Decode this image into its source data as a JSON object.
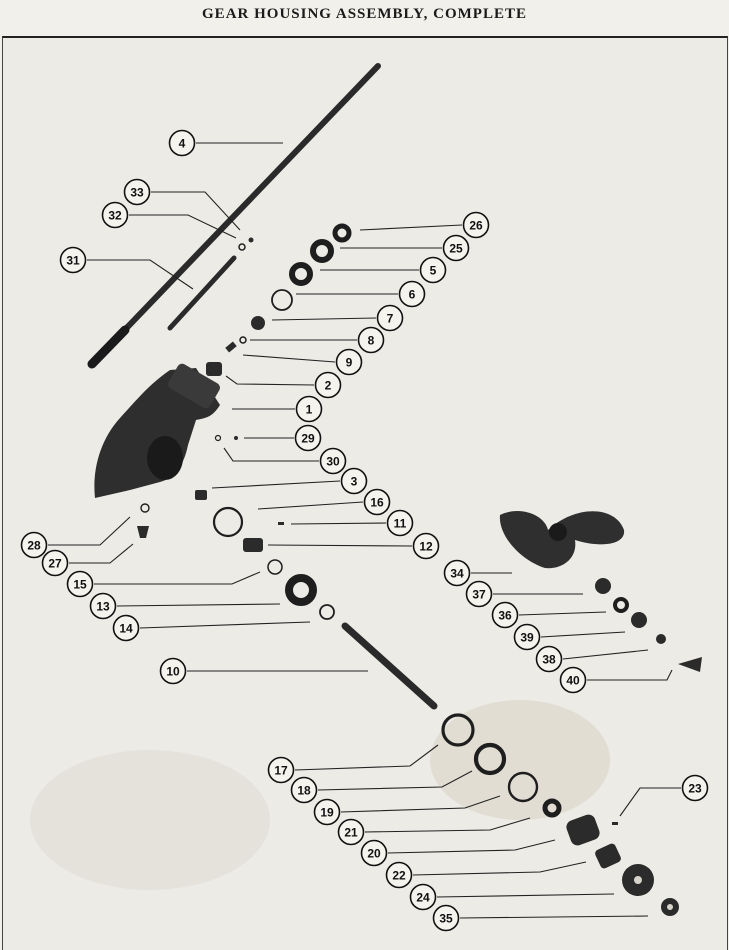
{
  "title": "GEAR HOUSING ASSEMBLY, COMPLETE",
  "callouts": [
    {
      "num": "4"
    },
    {
      "num": "33"
    },
    {
      "num": "32"
    },
    {
      "num": "31"
    },
    {
      "num": "26"
    },
    {
      "num": "25"
    },
    {
      "num": "5"
    },
    {
      "num": "6"
    },
    {
      "num": "7"
    },
    {
      "num": "8"
    },
    {
      "num": "9"
    },
    {
      "num": "2"
    },
    {
      "num": "1"
    },
    {
      "num": "29"
    },
    {
      "num": "30"
    },
    {
      "num": "3"
    },
    {
      "num": "16"
    },
    {
      "num": "11"
    },
    {
      "num": "12"
    },
    {
      "num": "28"
    },
    {
      "num": "27"
    },
    {
      "num": "15"
    },
    {
      "num": "13"
    },
    {
      "num": "14"
    },
    {
      "num": "10"
    },
    {
      "num": "34"
    },
    {
      "num": "37"
    },
    {
      "num": "36"
    },
    {
      "num": "39"
    },
    {
      "num": "38"
    },
    {
      "num": "40"
    },
    {
      "num": "17"
    },
    {
      "num": "18"
    },
    {
      "num": "19"
    },
    {
      "num": "21"
    },
    {
      "num": "20"
    },
    {
      "num": "22"
    },
    {
      "num": "24"
    },
    {
      "num": "35"
    },
    {
      "num": "23"
    }
  ]
}
